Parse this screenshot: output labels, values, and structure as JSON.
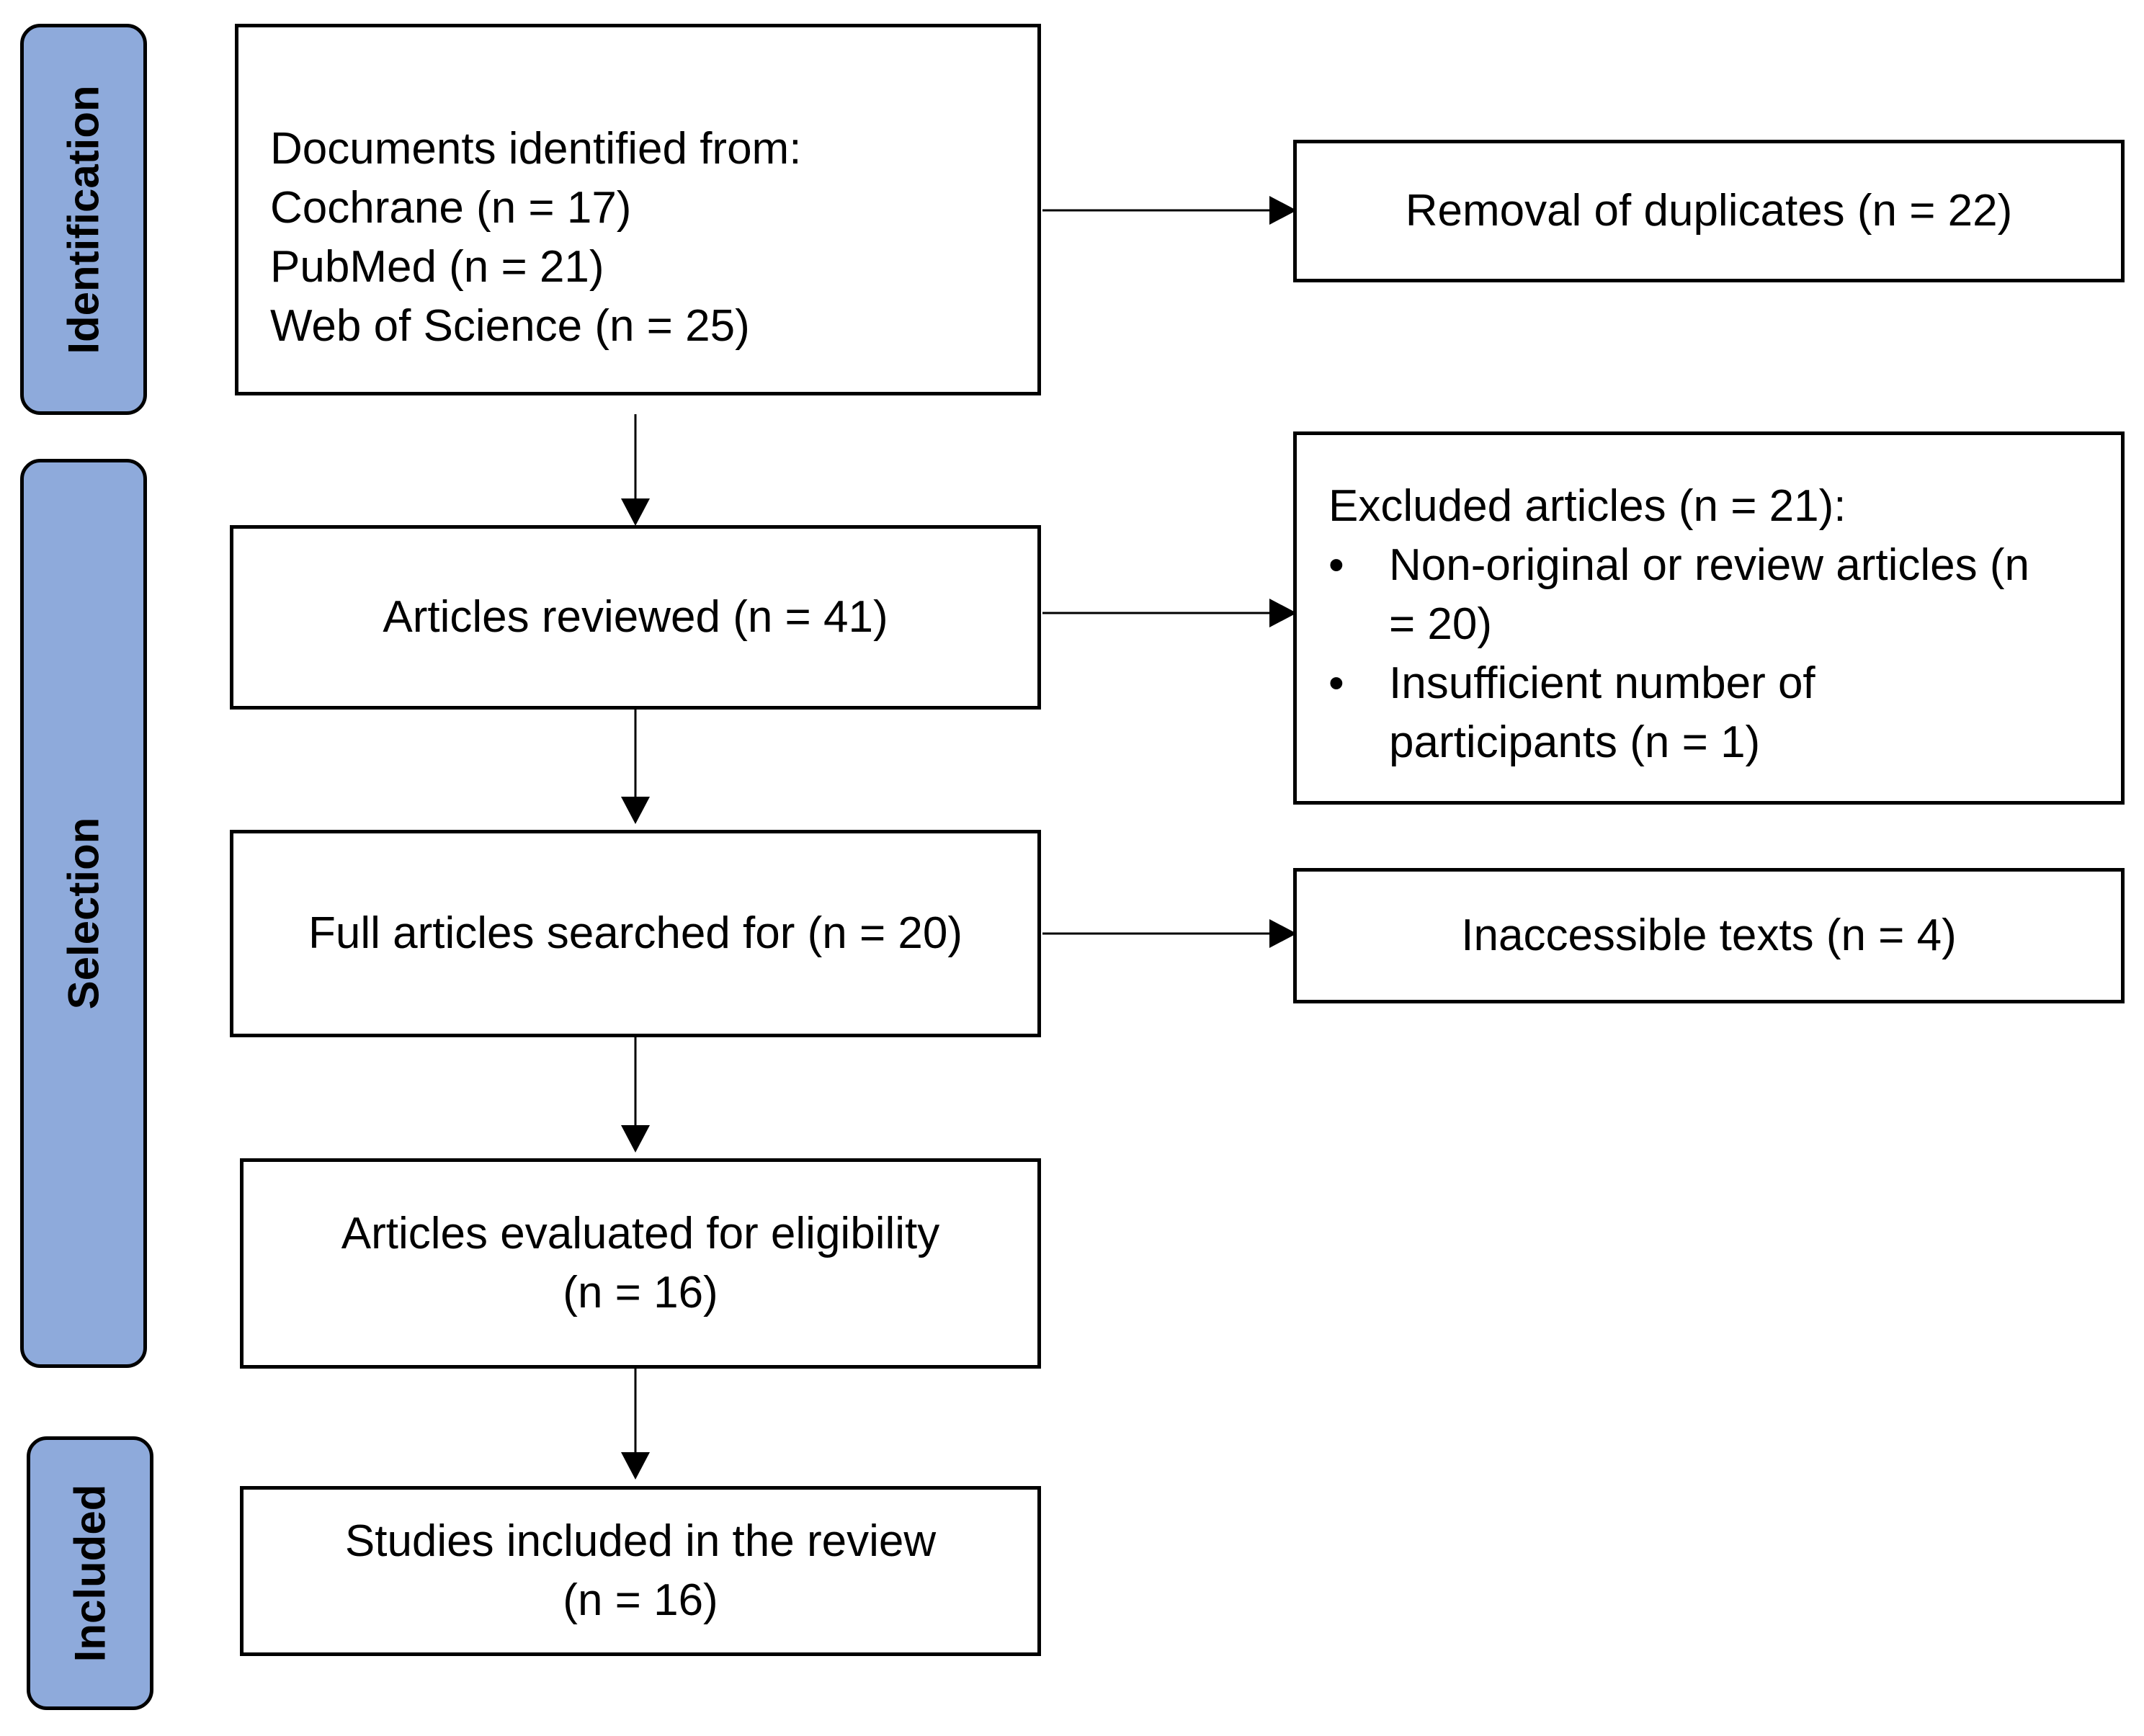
{
  "phases": {
    "identification": "Identification",
    "selection": "Selection",
    "included": "Included"
  },
  "boxes": {
    "sources": {
      "heading": "Documents identified from:",
      "items": [
        "Cochrane (n = 17)",
        "PubMed (n = 21)",
        "Web of Science (n = 25)"
      ]
    },
    "duplicates": "Removal of duplicates (n = 22)",
    "reviewed": "Articles reviewed (n = 41)",
    "excluded": {
      "heading": "Excluded articles (n = 21):",
      "bullet": "•",
      "item1_line1": "Non-original or review articles (n",
      "item1_line2": "= 20)",
      "item2_word1": "Insufficient",
      "item2_word2": "number",
      "item2_word3": "of",
      "item2_line2": "participants (n = 1)"
    },
    "full_articles": "Full articles searched for (n = 20)",
    "inaccessible": "Inaccessible texts (n = 4)",
    "eligibility": {
      "line1": "Articles evaluated for eligibility",
      "line2": "(n = 16)"
    },
    "included_studies": {
      "line1": "Studies included in the review",
      "line2": "(n = 16)"
    }
  },
  "colors": {
    "phase_fill": "#8eaadb",
    "stroke": "#000000",
    "box_fill": "#ffffff"
  }
}
